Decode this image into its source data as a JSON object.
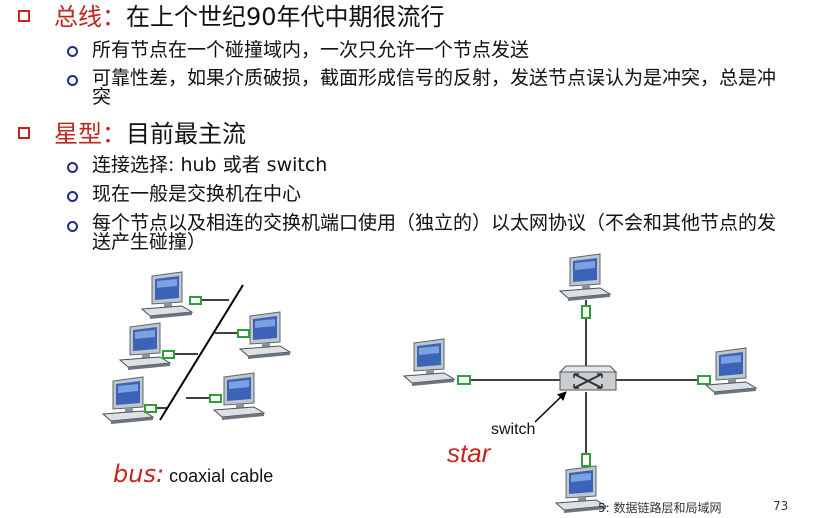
{
  "bullets": [
    {
      "head": "总线：",
      "text": "在上个世纪90年代中期很流行",
      "subs": [
        "所有节点在一个碰撞域内，一次只允许一个节点发送",
        "可靠性差，如果介质破损，截面形成信号的反射，发送节点误认为是冲突，总是冲突"
      ]
    },
    {
      "head": "星型：",
      "text": "目前最主流",
      "subs": [
        "连接选择: hub 或者 switch",
        "现在一般是交换机在中心",
        "每个节点以及相连的交换机端口使用（独立的）以太网协议（不会和其他节点的发送产生碰撞）"
      ]
    }
  ],
  "diagram": {
    "bus_label": "bus:",
    "bus_caption": "coaxial cable",
    "star_label": "star",
    "switch_label": "switch"
  },
  "footer": {
    "chapter": "5: 数据链路层和局域网",
    "page": "73"
  },
  "colors": {
    "accent_red": "#c0281f",
    "bullet_blue": "#1f2c8c",
    "port_green": "#2f9e3a"
  }
}
